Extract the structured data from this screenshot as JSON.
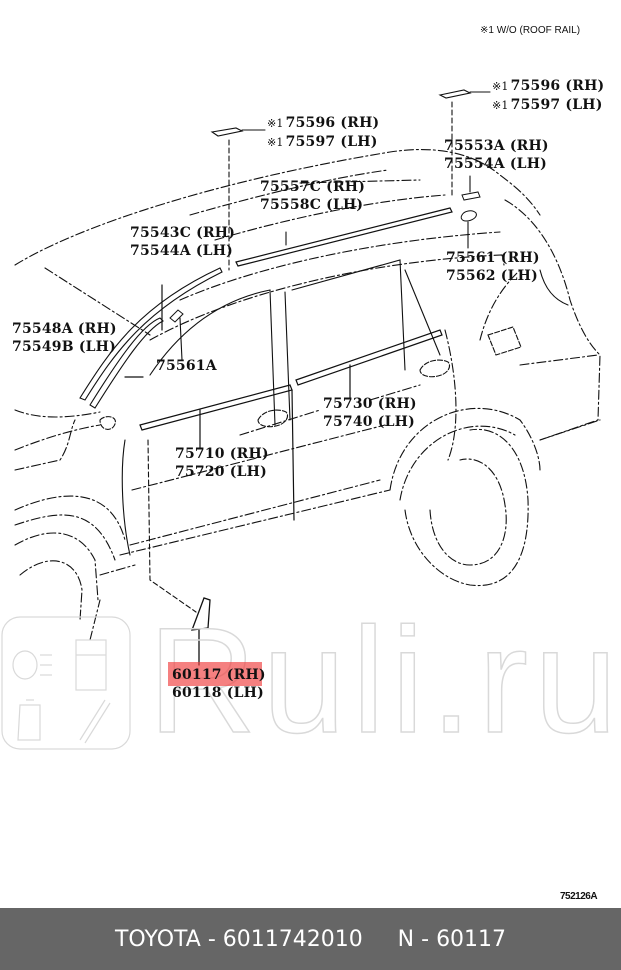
{
  "diagram": {
    "note": "※1  W/O (ROOF RAIL)",
    "illustration_code": "752126A",
    "highlight_color": "#f04646",
    "labels": [
      {
        "id": "roof-rail-rear",
        "mark": "※1",
        "lines": [
          "75596 (RH)",
          "75597 (LH)"
        ]
      },
      {
        "id": "roof-rail-front",
        "mark": "※1",
        "lines": [
          "75596 (RH)",
          "75597 (LH)"
        ]
      },
      {
        "id": "roof-drip-molding",
        "lines": [
          "75557C (RH)",
          "75558C (LH)"
        ]
      },
      {
        "id": "windshield-molding-upper",
        "lines": [
          "75543C (RH)",
          "75544A (LH)"
        ]
      },
      {
        "id": "windshield-molding-side",
        "lines": [
          "75548A (RH)",
          "75549B (LH)"
        ]
      },
      {
        "id": "clip-front",
        "lines": [
          "75561A"
        ]
      },
      {
        "id": "rear-end-piece",
        "lines": [
          "75553A (RH)",
          "75554A (LH)"
        ]
      },
      {
        "id": "rear-clip",
        "lines": [
          "75561 (RH)",
          "75562 (LH)"
        ]
      },
      {
        "id": "rear-door-belt-molding",
        "lines": [
          "75730 (RH)",
          "75740 (LH)"
        ]
      },
      {
        "id": "front-door-belt-molding",
        "lines": [
          "75710 (RH)",
          "75720 (LH)"
        ]
      },
      {
        "id": "mirror-garnish",
        "lines": [
          "60117 (RH)",
          "60118 (LH)"
        ],
        "highlighted_line": "60117 (RH)"
      }
    ]
  },
  "watermark": {
    "text": "Ruli.ru"
  },
  "footer": {
    "brand": "TOYOTA",
    "part_number": "6011742010",
    "n_label": "N",
    "n_value": "60117",
    "text": "TOYOTA - 6011742010     N - 60117"
  }
}
